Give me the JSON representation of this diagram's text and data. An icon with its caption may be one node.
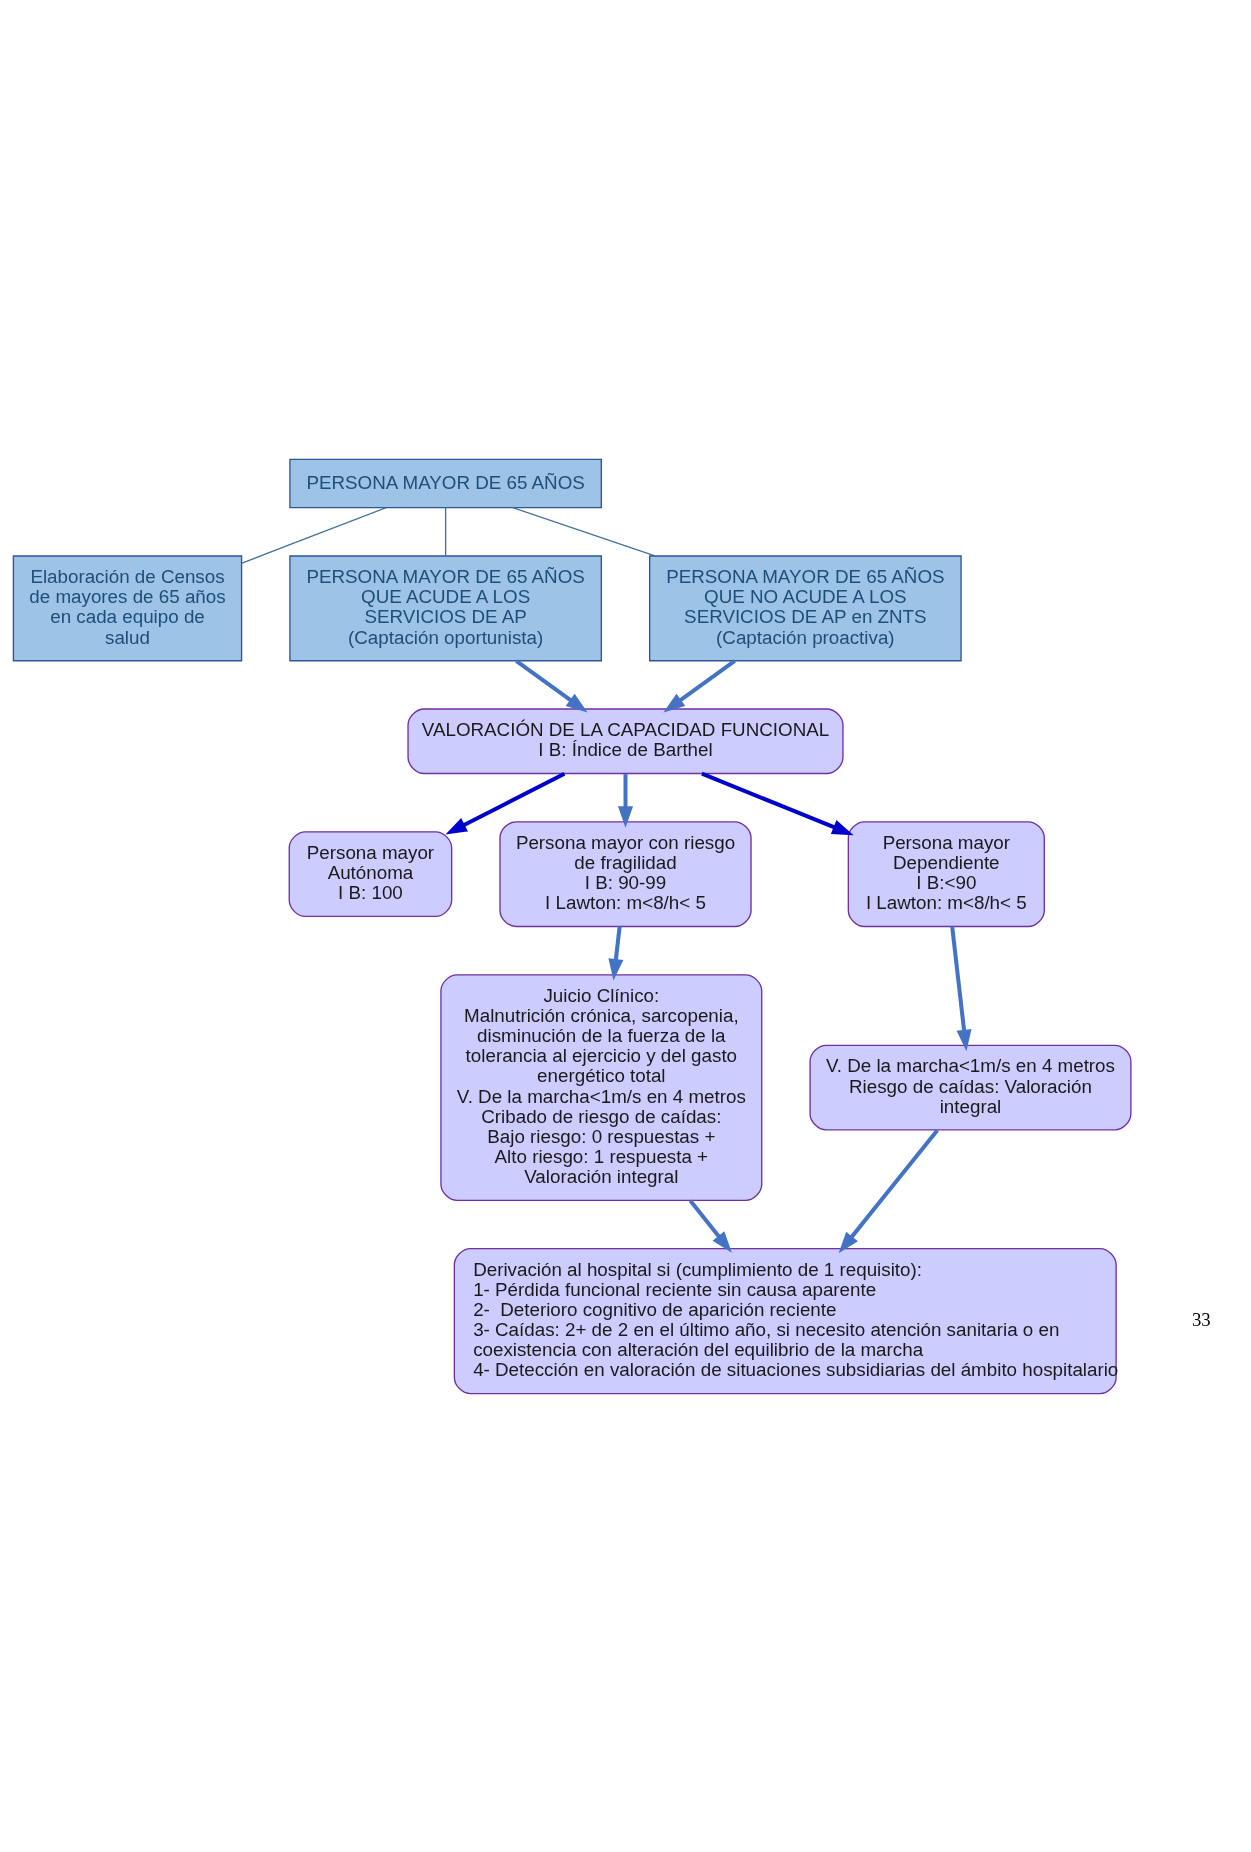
{
  "diagram": {
    "nodes": [
      {
        "text": [
          "PERSONA MAYOR DE 65 AÑOS"
        ]
      },
      {
        "text": [
          "Elaboración de Censos de mayores de 65 años en cada equipo de salud"
        ]
      },
      {
        "text": [
          "PERSONA MAYOR DE 65 AÑOS",
          "QUE ACUDE A LOS SERVICIOS DE AP",
          "(Captación oportunista)"
        ]
      },
      {
        "text": [
          "PERSONA MAYOR DE 65 AÑOS",
          "QUE NO ACUDE A LOS SERVICIOS DE AP en ZNTS",
          "(Captación proactiva)"
        ]
      },
      {
        "text": [
          "VALORACIÓN DE LA CAPACIDAD FUNCIONAL",
          "I B: Índice de Barthel"
        ]
      },
      {
        "text": [
          "Persona mayor Autónoma",
          "I B: 100"
        ]
      },
      {
        "text": [
          "Persona mayor con riesgo de fragilidad",
          "I B: 90-99",
          "I Lawton: m<8/h< 5"
        ]
      },
      {
        "text": [
          "Persona mayor Dependiente",
          "I B:<90",
          "I Lawton: m<8/h< 5"
        ]
      },
      {
        "text": [
          "Juicio Clínico:",
          "Malnutrición crónica, sarcopenia, disminución de la fuerza de la tolerancia al ejercicio y del gasto energético total",
          "V. De la marcha<1m/s en 4 metros",
          "Cribado de riesgo de caídas:",
          "Bajo riesgo: 0 respuestas +",
          "Alto riesgo: 1 respuesta + Valoración integral"
        ]
      },
      {
        "text": [
          "V. De la marcha<1m/s en 4 metros",
          "Riesgo de caídas: Valoración integral"
        ]
      },
      {
        "text": [
          "Derivación al hospital si (cumplimiento de 1 requisito):",
          "1- Pérdida funcional reciente sin causa aparente",
          "2-  Deterioro cognitivo de aparición reciente",
          "3- Caídas: 2+ de 2 en el último año, si necesito atención sanitaria o en coexistencia con alteración del equilibrio de la marcha",
          "4- Detección en valoración de situaciones subsidiarias del ámbito hospitalario"
        ]
      }
    ],
    "edges": [
      {
        "from": 0,
        "to": 1,
        "arrow": "none",
        "color": "#41719c"
      },
      {
        "from": 0,
        "to": 2,
        "arrow": "none",
        "color": "#41719c"
      },
      {
        "from": 0,
        "to": 3,
        "arrow": "none",
        "color": "#41719c"
      },
      {
        "from": 2,
        "to": 4,
        "arrow": "to"
      },
      {
        "from": 3,
        "to": 4,
        "arrow": "to"
      },
      {
        "from": 4,
        "to": 5,
        "arrow": "to",
        "color": "#0000cc"
      },
      {
        "from": 4,
        "to": 6,
        "arrow": "to"
      },
      {
        "from": 4,
        "to": 7,
        "arrow": "to",
        "color": "#0000cc"
      },
      {
        "from": 6,
        "to": 8,
        "arrow": "to"
      },
      {
        "from": 7,
        "to": 9,
        "arrow": "to"
      },
      {
        "from": 8,
        "to": 10,
        "arrow": "to"
      },
      {
        "from": 9,
        "to": 10,
        "arrow": "to"
      }
    ],
    "labels": [
      "33"
    ]
  }
}
